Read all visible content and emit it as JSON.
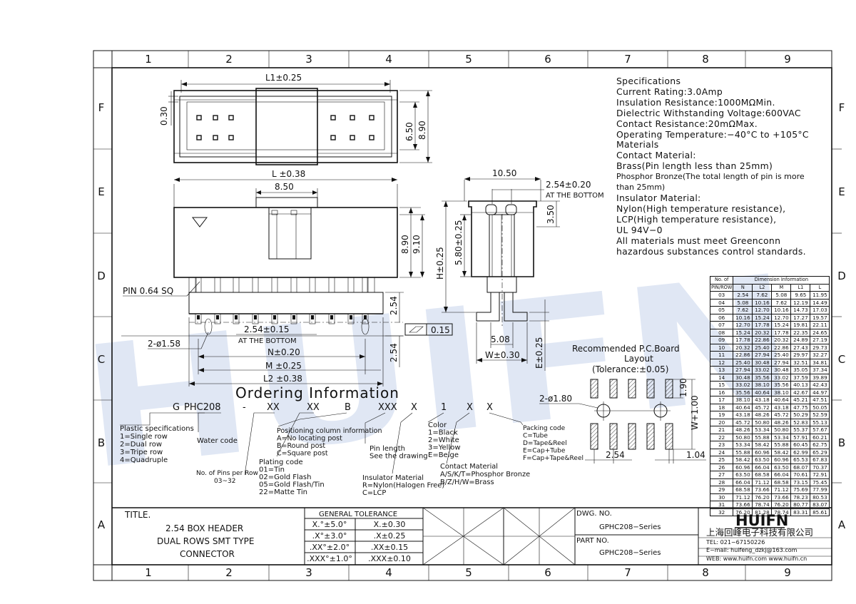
{
  "frame": {
    "columns": [
      "1",
      "2",
      "3",
      "4",
      "5",
      "6",
      "7",
      "8",
      "9"
    ],
    "rows": [
      "F",
      "E",
      "D",
      "C",
      "B",
      "A"
    ]
  },
  "watermark": "HUIFN",
  "dims": {
    "top_L1": "L1±0.25",
    "top_030": "0.30",
    "top_650": "6.50",
    "top_890": "8.90",
    "front_L": "L ±0.38",
    "front_850": "8.50",
    "front_890": "8.90",
    "front_910": "9.10",
    "front_254v": "2.54",
    "front_254h": "2.54±0.15",
    "front_atbottom": "AT THE BOTTOM",
    "front_254v2": "2.54",
    "pin_sq": "PIN 0.64 SQ",
    "hole": "2-ø1.58",
    "flatness": "0.15",
    "N": "N±0.20",
    "M": "M ±0.25",
    "L2": "L2 ±0.38",
    "side_1050": "10.50",
    "side_254": "2.54±0.20",
    "side_atbottom": "AT THE BOTTOM",
    "side_350": "3.50",
    "side_580": "5.80±0.25",
    "side_H": "H±0.25",
    "side_508": "5.08",
    "side_W": "W±0.30",
    "side_E": "E±0.25",
    "pcb_title1": "Recommended P.C.Board",
    "pcb_title2": "Layout",
    "pcb_tol": "(Tolerance:±0.05)",
    "pcb_hole": "2-ø1.80",
    "pcb_190": "1.90",
    "pcb_W": "W+1.00",
    "pcb_254": "2.54",
    "pcb_104": "1.04"
  },
  "specs": [
    "Specifications",
    "Current Rating:3.0Amp",
    "Insulation  Resistance:1000MΩMin.",
    "Dielectric  Withstanding  Voltage:600VAC",
    "Contact  Resistance:20mΩMax.",
    "Operating  Temperature:−40°C  to  +105°C",
    "Materials",
    "Contact  Material:",
    "Brass(Pin  length  less  than  25mm)",
    "Phosphor Bronze(The total length of pin is more",
    "than  25mm)",
    "Insulator  Material:",
    "Nylon(High  temperature  resistance),",
    "LCP(High  temperature  resistance),",
    "UL  94V−0",
    "All  materials  must  meet  Greenconn",
    "hazardous  substances  control  standards."
  ],
  "dim_table": {
    "header_left": "No. of",
    "header_left2": "PIN/ROW",
    "header_group": "Dimension  Information",
    "columns": [
      "N",
      "L2",
      "M",
      "L1",
      "L"
    ],
    "rows": [
      [
        "03",
        "2.54",
        "7.62",
        "5.08",
        "9.65",
        "11.95"
      ],
      [
        "04",
        "5.08",
        "10.16",
        "7.62",
        "12.19",
        "14.49"
      ],
      [
        "05",
        "7.62",
        "12.70",
        "10.16",
        "14.73",
        "17.03"
      ],
      [
        "06",
        "10.16",
        "15.24",
        "12.70",
        "17.27",
        "19.57"
      ],
      [
        "07",
        "12.70",
        "17.78",
        "15.24",
        "19.81",
        "22.11"
      ],
      [
        "08",
        "15.24",
        "20.32",
        "17.78",
        "22.35",
        "24.65"
      ],
      [
        "09",
        "17.78",
        "22.86",
        "20.32",
        "24.89",
        "27.19"
      ],
      [
        "10",
        "20.32",
        "25.40",
        "22.86",
        "27.43",
        "29.73"
      ],
      [
        "11",
        "22.86",
        "27.94",
        "25.40",
        "29.97",
        "32.27"
      ],
      [
        "12",
        "25.40",
        "30.48",
        "27.94",
        "32.51",
        "34.81"
      ],
      [
        "13",
        "27.94",
        "33.02",
        "30.48",
        "35.05",
        "37.34"
      ],
      [
        "14",
        "30.48",
        "35.56",
        "33.02",
        "37.59",
        "39.89"
      ],
      [
        "15",
        "33.02",
        "38.10",
        "35.56",
        "40.13",
        "42.43"
      ],
      [
        "16",
        "35.56",
        "40.64",
        "38.10",
        "42.67",
        "44.97"
      ],
      [
        "17",
        "38.10",
        "43.18",
        "40.64",
        "45.21",
        "47.51"
      ],
      [
        "18",
        "40.64",
        "45.72",
        "43.18",
        "47.75",
        "50.05"
      ],
      [
        "19",
        "43.18",
        "48.26",
        "45.72",
        "50.29",
        "52.59"
      ],
      [
        "20",
        "45.72",
        "50.80",
        "48.26",
        "52.83",
        "55.13"
      ],
      [
        "21",
        "48.26",
        "53.34",
        "50.80",
        "55.37",
        "57.67"
      ],
      [
        "22",
        "50.80",
        "55.88",
        "53.34",
        "57.91",
        "60.21"
      ],
      [
        "23",
        "53.34",
        "58.42",
        "55.88",
        "60.45",
        "62.75"
      ],
      [
        "24",
        "55.88",
        "60.96",
        "58.42",
        "62.99",
        "65.29"
      ],
      [
        "25",
        "58.42",
        "63.50",
        "60.96",
        "65.53",
        "67.83"
      ],
      [
        "26",
        "60.96",
        "66.04",
        "63.50",
        "68.07",
        "70.37"
      ],
      [
        "27",
        "63.50",
        "68.58",
        "66.04",
        "70.61",
        "72.91"
      ],
      [
        "28",
        "66.04",
        "71.12",
        "68.58",
        "73.15",
        "75.45"
      ],
      [
        "29",
        "68.58",
        "73.66",
        "71.12",
        "75.69",
        "77.99"
      ],
      [
        "30",
        "71.12",
        "76.20",
        "73.66",
        "78.23",
        "80.53"
      ],
      [
        "31",
        "73.66",
        "78.74",
        "76.20",
        "80.77",
        "83.07"
      ],
      [
        "32",
        "76.20",
        "81.28",
        "78.74",
        "83.31",
        "85.61"
      ]
    ]
  },
  "ordering": {
    "title": "Ordering  Information",
    "code": [
      "G",
      "PHC208",
      "-",
      "XX",
      "XX",
      "B",
      "XXX",
      "X",
      "1",
      "X",
      "X"
    ],
    "plastic": [
      "Plastic specifications",
      "1=Single row",
      "2=Dual row",
      "3=Tripe row",
      "4=Quadruple"
    ],
    "water": "Water code",
    "pins": [
      "No. of Pins per Row",
      "03~32"
    ],
    "plating": [
      "Plating code",
      "01=Tin",
      "02=Gold Flash",
      "05=Gold Flash/Tin",
      "22=Matte Tin"
    ],
    "position": [
      "Positioning column information",
      "A=No locating post",
      "B=Round post",
      "C=Square post"
    ],
    "pinlen": [
      "Pin length",
      "See the drawing"
    ],
    "insulator": [
      "Insulator Material",
      "R=Nylon(Halogen Free)",
      "C=LCP"
    ],
    "color": [
      "Color",
      "1=Black",
      "2=White",
      "3=Yellow",
      "E=Beige"
    ],
    "contact": [
      "Contact Material",
      "A/S/K/T=Phosphor Bronze",
      "B/Z/H/W=Brass"
    ],
    "packing": [
      "Packing code",
      "C=Tube",
      "D=Tape&Reel",
      "E=Cap+Tube",
      "F=Cap+Tape&Reel"
    ]
  },
  "title_block": {
    "title_label": "TITLE.",
    "title_lines": [
      "2.54 BOX HEADER",
      "DUAL ROWS SMT TYPE",
      "CONNECTOR"
    ],
    "tol_title": "GENERAL  TOLERANCE",
    "tol_rows": [
      [
        "X.°±5.0°",
        "X.±0.30"
      ],
      [
        ".X°±3.0°",
        ".X±0.25"
      ],
      [
        ".XX°±2.0°",
        ".XX±0.15"
      ],
      [
        ".XXX°±1.0°",
        ".XXX±0.10"
      ]
    ],
    "dwg_label": "DWG. NO.",
    "dwg_value": "GPHC208−Series",
    "part_label": "PART NO.",
    "part_value": "GPHC208−Series",
    "logo": "HUIFN",
    "company": "上海回峰电子科技有限公司",
    "tel": "TEL: 021−67150226",
    "email": "E−mail: huifeng_dzkj@163.com",
    "web": "WEB:  www.huifn.com   www.huifn.cn"
  }
}
